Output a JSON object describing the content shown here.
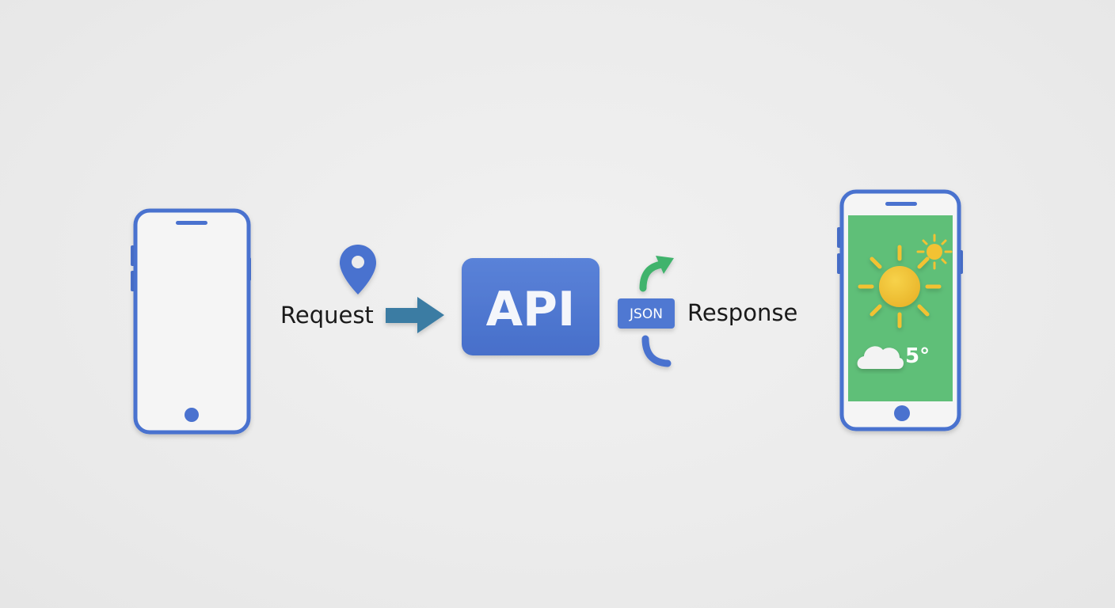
{
  "colors": {
    "background": "#ececec",
    "phone_frame": "#4a72cf",
    "api_box": "#4f78d2",
    "request_arrow": "#3a7ba3",
    "response_arrow_green": "#3fb36c",
    "response_arrow_blue": "#4a72cf",
    "screen_green": "#5fbf78",
    "sun_yellow": "#f2c233",
    "cloud": "#f3f3f3"
  },
  "diagram": {
    "source_phone": {
      "icon": "smartphone-icon",
      "screen": "blank"
    },
    "request": {
      "label": "Request",
      "location_icon": "location-pin-icon",
      "arrow_icon": "arrow-right-icon"
    },
    "api": {
      "label": "API"
    },
    "response": {
      "label": "Response",
      "badge": "JSON",
      "cycle_icon": "curved-arrow-icon"
    },
    "target_phone": {
      "icon": "smartphone-icon",
      "screen": "weather",
      "temperature": "5°",
      "sun_icon": "sun-icon",
      "small_sun_icon": "small-sun-icon",
      "cloud_icon": "cloud-icon"
    }
  }
}
